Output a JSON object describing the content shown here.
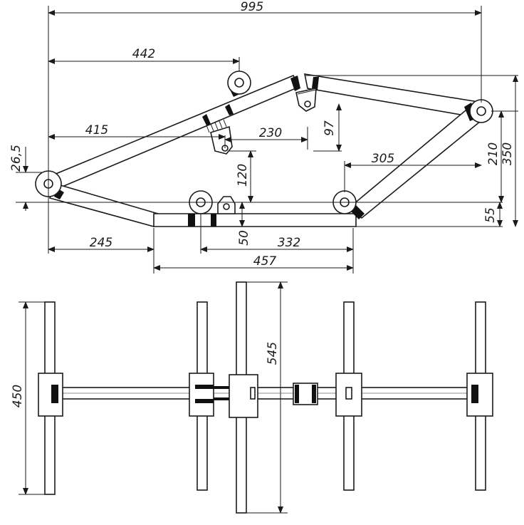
{
  "dimensions": {
    "d995": "995",
    "d442": "442",
    "d415": "415",
    "d230": "230",
    "d97": "97",
    "d26_5": "26,5",
    "d120": "120",
    "d305": "305",
    "d210": "210",
    "d350": "350",
    "d55": "55",
    "d245": "245",
    "d50": "50",
    "d332": "332",
    "d457": "457",
    "d450": "450",
    "d545": "545"
  },
  "colors": {
    "ink": "#1a1a1a",
    "paper": "#ffffff"
  }
}
